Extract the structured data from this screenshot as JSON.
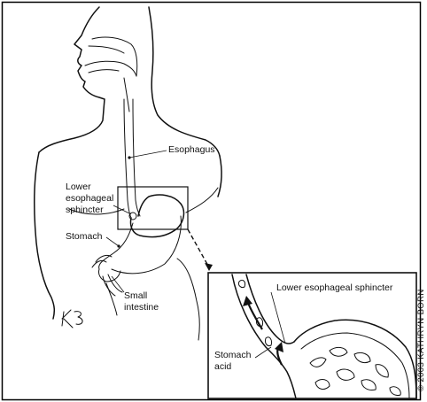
{
  "labels": {
    "esophagus": "Esophagus",
    "les_line1": "Lower",
    "les_line2": "esophageal",
    "les_line3": "sphincter",
    "stomach": "Stomach",
    "small_int_line1": "Small",
    "small_int_line2": "intestine",
    "inset_les": "Lower esophageal sphincter",
    "acid_line1": "Stomach",
    "acid_line2": "acid"
  },
  "copyright": "© 2003 KATHRYN BORN",
  "signature": "KB",
  "colors": {
    "ink": "#111111",
    "background": "#ffffff",
    "frame": "#000000"
  }
}
